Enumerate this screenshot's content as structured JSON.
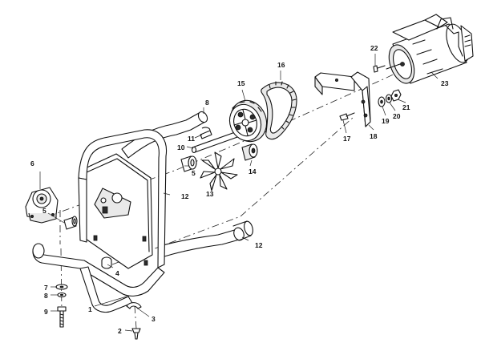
{
  "callouts": {
    "c1": "1",
    "c2": "2",
    "c3": "3",
    "c4": "4",
    "c5": "5",
    "c5b": "5",
    "c6": "6",
    "c7": "7",
    "c8": "8",
    "c8b": "8",
    "c9": "9",
    "c10": "10",
    "c11": "11",
    "c12": "12",
    "c12b": "12",
    "c13": "13",
    "c14": "14",
    "c15": "15",
    "c16": "16",
    "c17": "17",
    "c18": "18",
    "c19": "19",
    "c20": "20",
    "c21": "21",
    "c22": "22",
    "c23": "23"
  }
}
